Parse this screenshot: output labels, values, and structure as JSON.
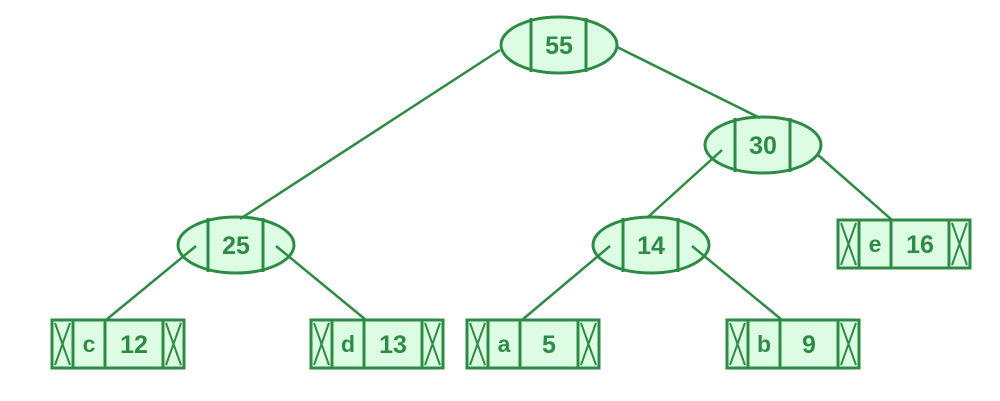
{
  "colors": {
    "stroke": "#2e8b45",
    "fill": "#dcfde3",
    "text": "#2e8b45"
  },
  "internal_nodes": [
    {
      "id": "n55",
      "value": "55"
    },
    {
      "id": "n30",
      "value": "30"
    },
    {
      "id": "n25",
      "value": "25"
    },
    {
      "id": "n14",
      "value": "14"
    }
  ],
  "leaf_nodes": [
    {
      "id": "c",
      "char": "c",
      "value": "12"
    },
    {
      "id": "d",
      "char": "d",
      "value": "13"
    },
    {
      "id": "a",
      "char": "a",
      "value": "5"
    },
    {
      "id": "b",
      "char": "b",
      "value": "9"
    },
    {
      "id": "e",
      "char": "e",
      "value": "16"
    }
  ],
  "edges": [
    [
      "n55",
      "n25"
    ],
    [
      "n55",
      "n30"
    ],
    [
      "n30",
      "n14"
    ],
    [
      "n30",
      "e"
    ],
    [
      "n25",
      "c"
    ],
    [
      "n25",
      "d"
    ],
    [
      "n14",
      "a"
    ],
    [
      "n14",
      "b"
    ]
  ]
}
